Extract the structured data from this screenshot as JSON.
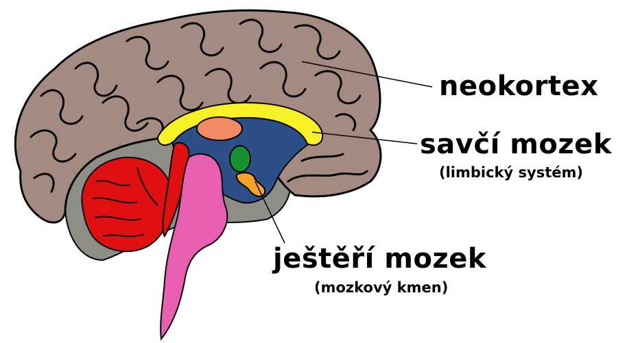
{
  "labels": {
    "neocortex": "neokortex",
    "mammal_brain": "savčí mozek",
    "mammal_brain_sub": "(limbický systém)",
    "reptile_brain": "ještěří mozek",
    "reptile_brain_sub": "(mozkový kmen)"
  },
  "colors": {
    "cortex": "#a38b82",
    "cortex_outline": "#000000",
    "limbic_band": "#f6f024",
    "limbic_inner": "#2d4f88",
    "cerebellum": "#e01010",
    "brainstem": "#e85fb2",
    "thalamus": "#f48a63",
    "amygdala": "#159131",
    "hippocampus": "#f4a326",
    "midbrain_area": "#8e8e86"
  }
}
